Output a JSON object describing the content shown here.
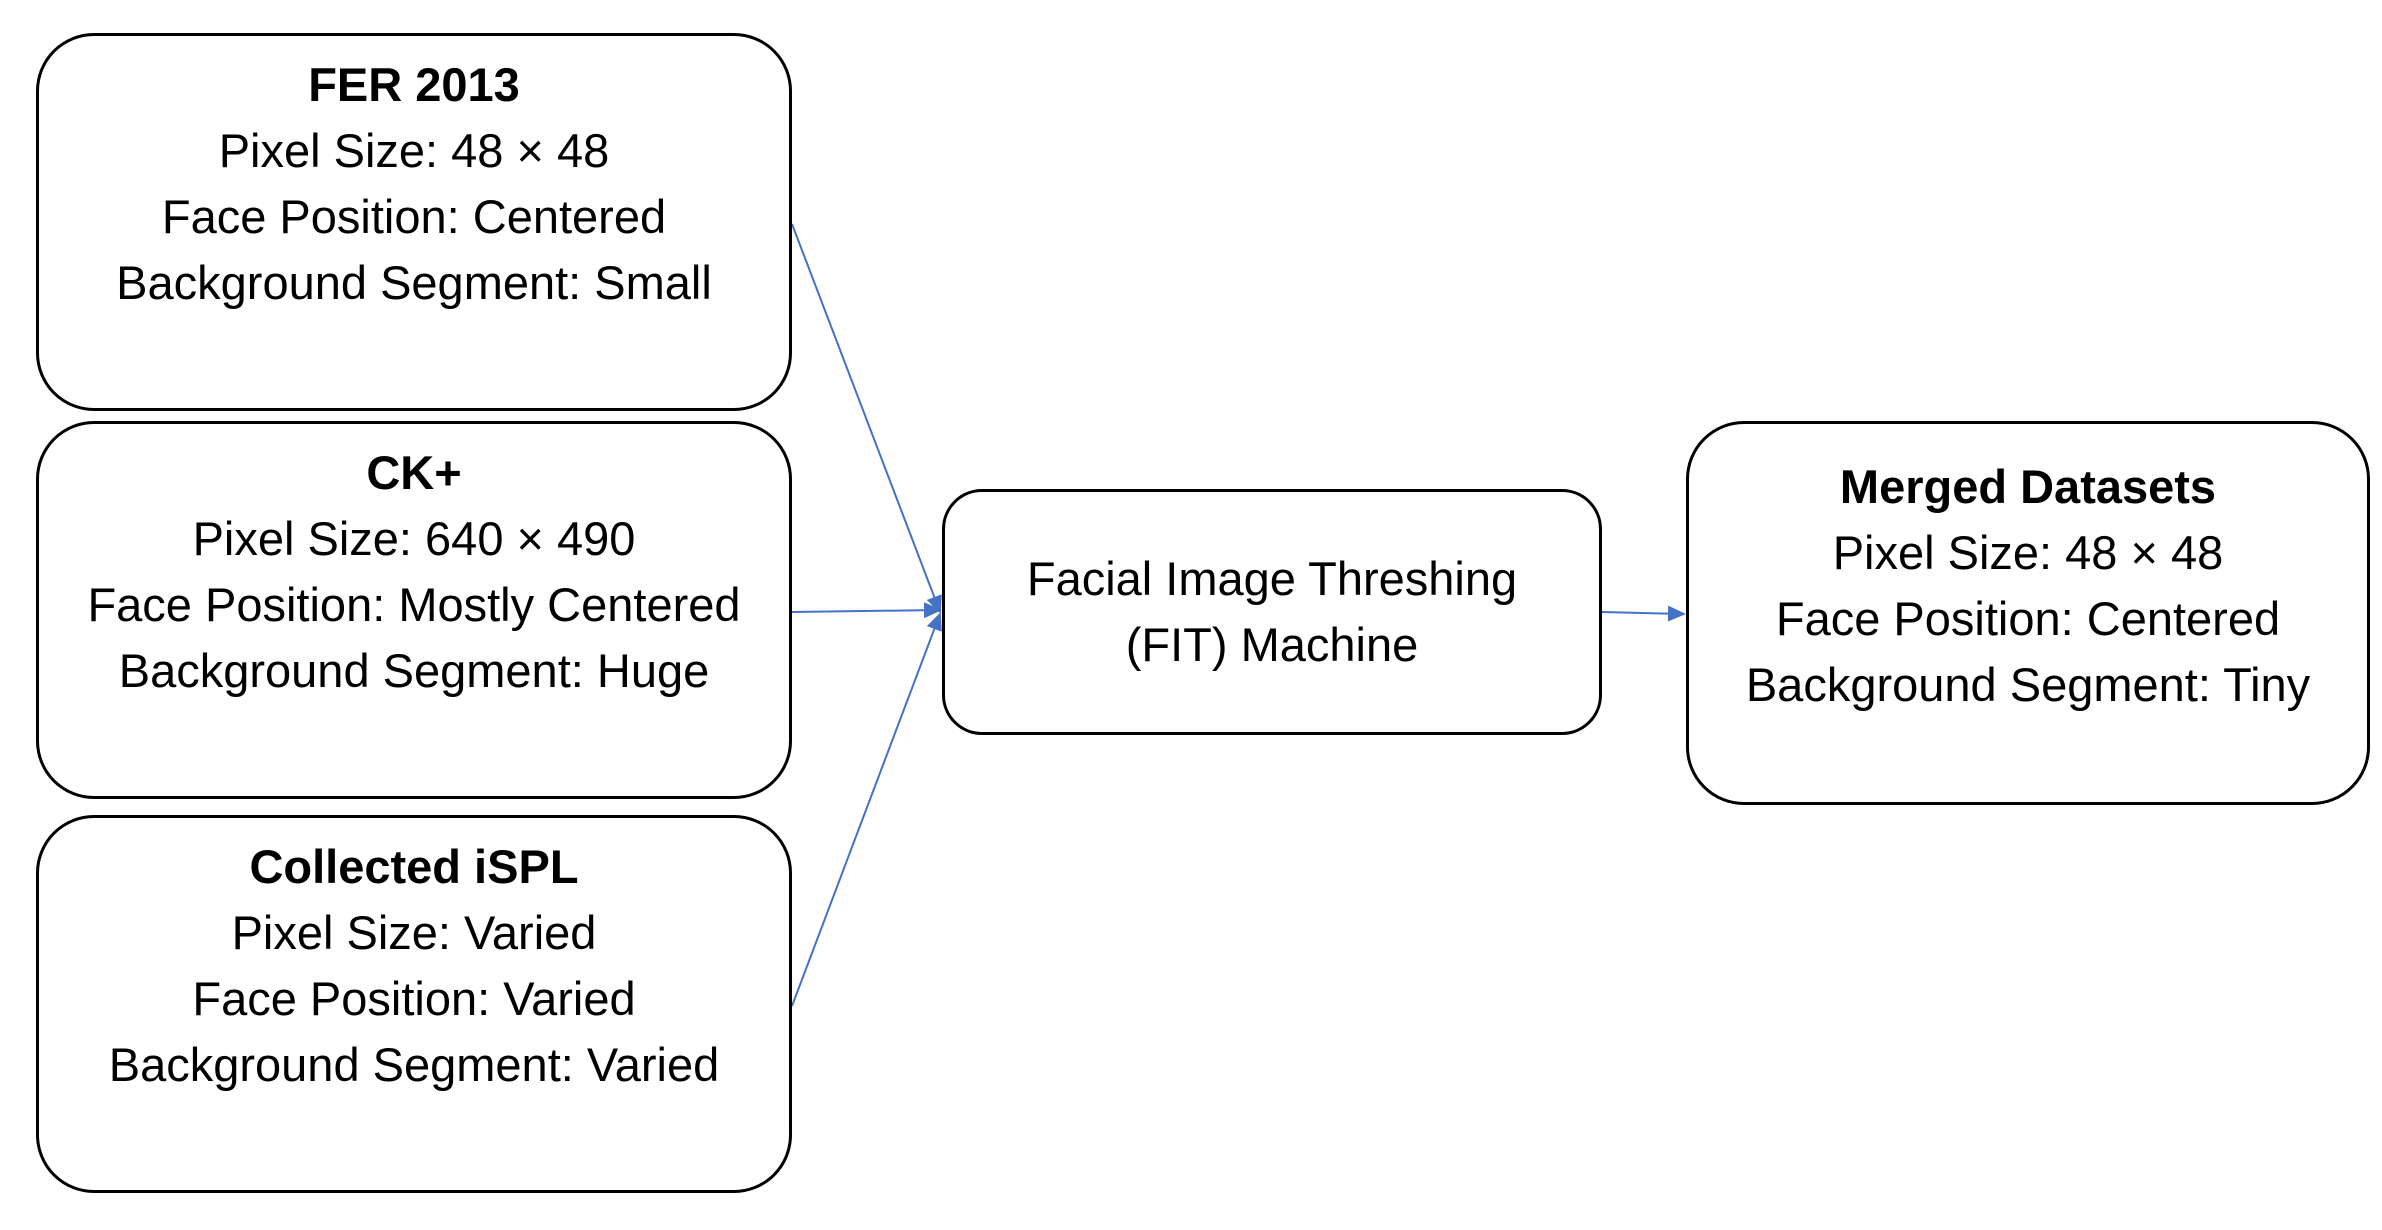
{
  "sources": [
    {
      "title": "FER 2013",
      "pixel_size": "Pixel Size: 48 × 48",
      "face_position": "Face Position: Centered",
      "background_segment": "Background Segment: Small"
    },
    {
      "title": "CK+",
      "pixel_size": "Pixel Size: 640 × 490",
      "face_position": "Face Position: Mostly Centered",
      "background_segment": "Background Segment: Huge"
    },
    {
      "title": "Collected iSPL",
      "pixel_size": "Pixel Size: Varied",
      "face_position": "Face Position: Varied",
      "background_segment": "Background Segment: Varied"
    }
  ],
  "machine": {
    "line1": "Facial Image Threshing",
    "line2": "(FIT) Machine"
  },
  "result": {
    "title": "Merged Datasets",
    "pixel_size": "Pixel Size: 48 × 48",
    "face_position": "Face Position: Centered",
    "background_segment": "Background Segment: Tiny"
  },
  "colors": {
    "box_border": "#000000",
    "arrow": "#4472C4"
  }
}
